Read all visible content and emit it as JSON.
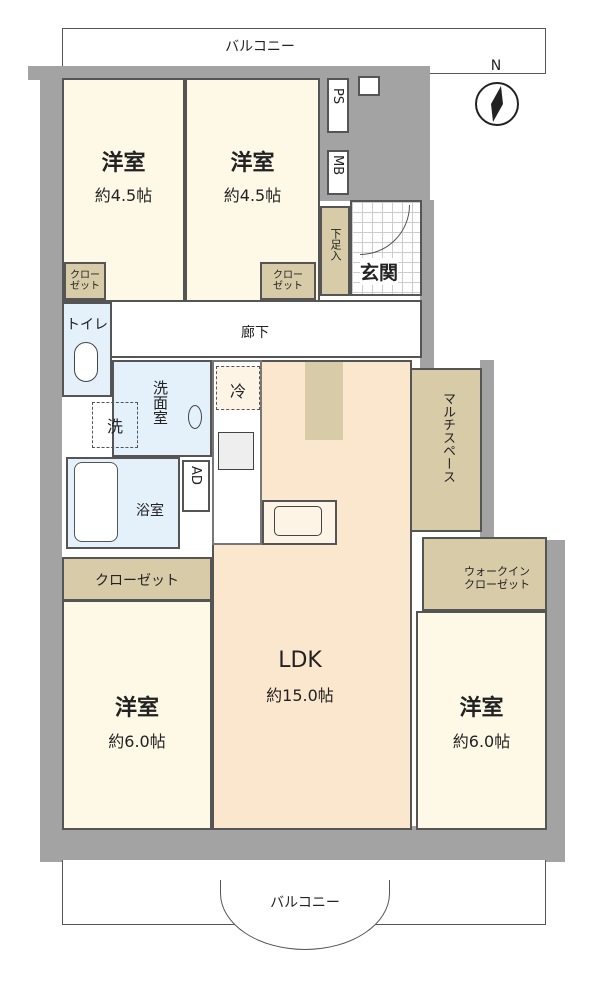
{
  "balcony_top": "バルコニー",
  "balcony_bottom": "バルコニー",
  "compass": "N",
  "rooms": {
    "bedroom_nw": {
      "name": "洋室",
      "size": "約4.5帖"
    },
    "bedroom_n": {
      "name": "洋室",
      "size": "約4.5帖"
    },
    "closet_nw": "クロー\nゼット",
    "closet_n": "クロー\nゼット",
    "ps": "PS",
    "mb": "MB",
    "shoe_storage": "下足入",
    "entrance": "玄関",
    "hallway": "廊下",
    "toilet": "トイレ",
    "washroom": "洗面室",
    "washer": "洗",
    "fridge": "冷",
    "bath": "浴室",
    "ad": "AD",
    "multi_space": "マルチスペース",
    "walk_in_closet": "ウォークイン\nクローゼット",
    "closet_sw": "クローゼット",
    "ldk": {
      "name": "LDK",
      "size": "約15.0帖"
    },
    "bedroom_sw": {
      "name": "洋室",
      "size": "約6.0帖"
    },
    "bedroom_se": {
      "name": "洋室",
      "size": "約6.0帖"
    }
  }
}
